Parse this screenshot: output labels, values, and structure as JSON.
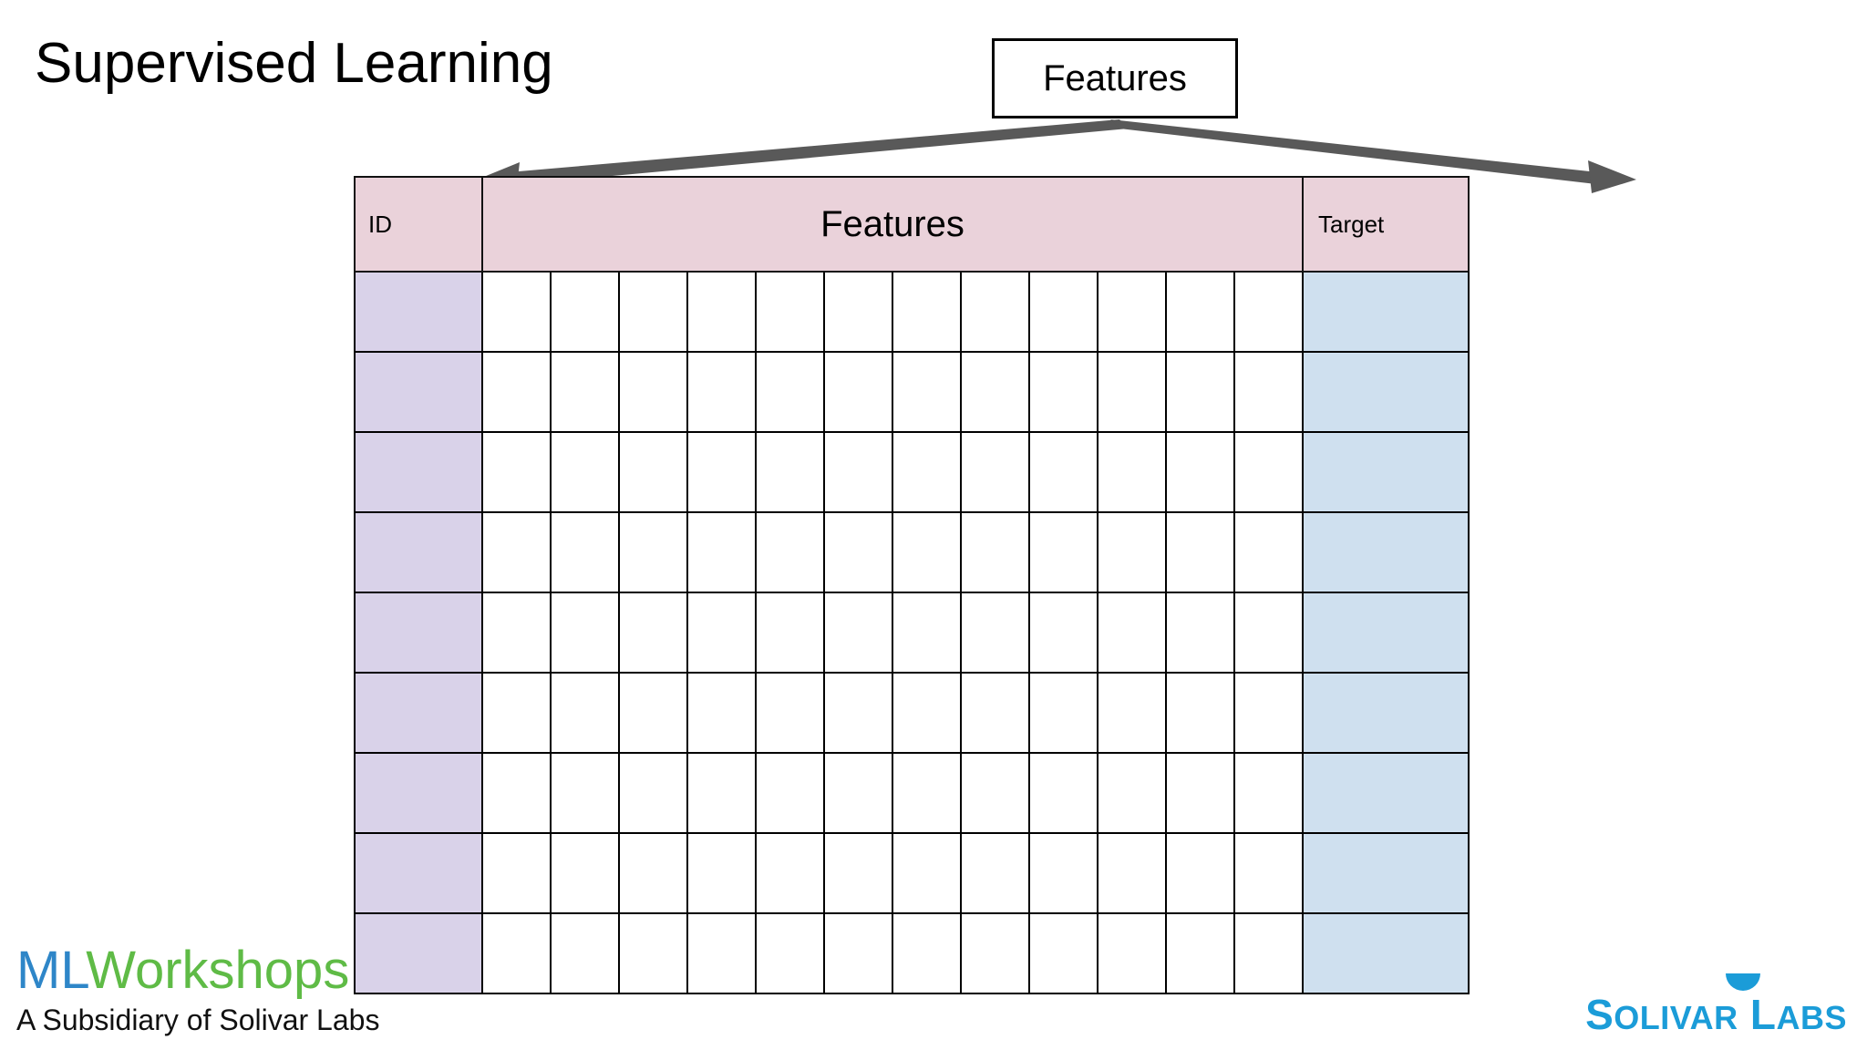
{
  "slide": {
    "title": "Supervised Learning",
    "background_color": "#FFFFFF"
  },
  "callout": {
    "label": "Features",
    "border_color": "#000000",
    "fill_color": "#FFFFFF"
  },
  "annotation_arrows": {
    "count": 2,
    "color": "#595959",
    "left_arrow_points_to": "first feature column",
    "right_arrow_points_to": "last feature column"
  },
  "table": {
    "header": {
      "id_label": "ID",
      "features_label": "Features",
      "target_label": "Target",
      "fill_color": "#EAD2DA"
    },
    "feature_column_count": 12,
    "body_row_count": 9,
    "id_column_fill": "#D9D2E9",
    "feature_cell_fill": "#FFFFFF",
    "target_column_fill": "#CFE0EF",
    "grid_line_color": "#000000",
    "rows": [
      {
        "id": "",
        "features": [
          "",
          "",
          "",
          "",
          "",
          "",
          "",
          "",
          "",
          "",
          "",
          ""
        ],
        "target": ""
      },
      {
        "id": "",
        "features": [
          "",
          "",
          "",
          "",
          "",
          "",
          "",
          "",
          "",
          "",
          "",
          ""
        ],
        "target": ""
      },
      {
        "id": "",
        "features": [
          "",
          "",
          "",
          "",
          "",
          "",
          "",
          "",
          "",
          "",
          "",
          ""
        ],
        "target": ""
      },
      {
        "id": "",
        "features": [
          "",
          "",
          "",
          "",
          "",
          "",
          "",
          "",
          "",
          "",
          "",
          ""
        ],
        "target": ""
      },
      {
        "id": "",
        "features": [
          "",
          "",
          "",
          "",
          "",
          "",
          "",
          "",
          "",
          "",
          "",
          ""
        ],
        "target": ""
      },
      {
        "id": "",
        "features": [
          "",
          "",
          "",
          "",
          "",
          "",
          "",
          "",
          "",
          "",
          "",
          ""
        ],
        "target": ""
      },
      {
        "id": "",
        "features": [
          "",
          "",
          "",
          "",
          "",
          "",
          "",
          "",
          "",
          "",
          "",
          ""
        ],
        "target": ""
      },
      {
        "id": "",
        "features": [
          "",
          "",
          "",
          "",
          "",
          "",
          "",
          "",
          "",
          "",
          "",
          ""
        ],
        "target": ""
      },
      {
        "id": "",
        "features": [
          "",
          "",
          "",
          "",
          "",
          "",
          "",
          "",
          "",
          "",
          "",
          ""
        ],
        "target": ""
      }
    ]
  },
  "footer": {
    "ml_logo": {
      "part1": "ML",
      "part1_color": "#2E86C8",
      "part2": "Workshops",
      "part2_color": "#5FBB46"
    },
    "subsidiary_line": "A Subsidiary of Solivar Labs",
    "solivar_logo": {
      "word1_cap": "S",
      "word1_rest": "OLIVAR",
      "word2_cap": "L",
      "word2_rest": "ABS",
      "color": "#1B9CD8"
    }
  }
}
